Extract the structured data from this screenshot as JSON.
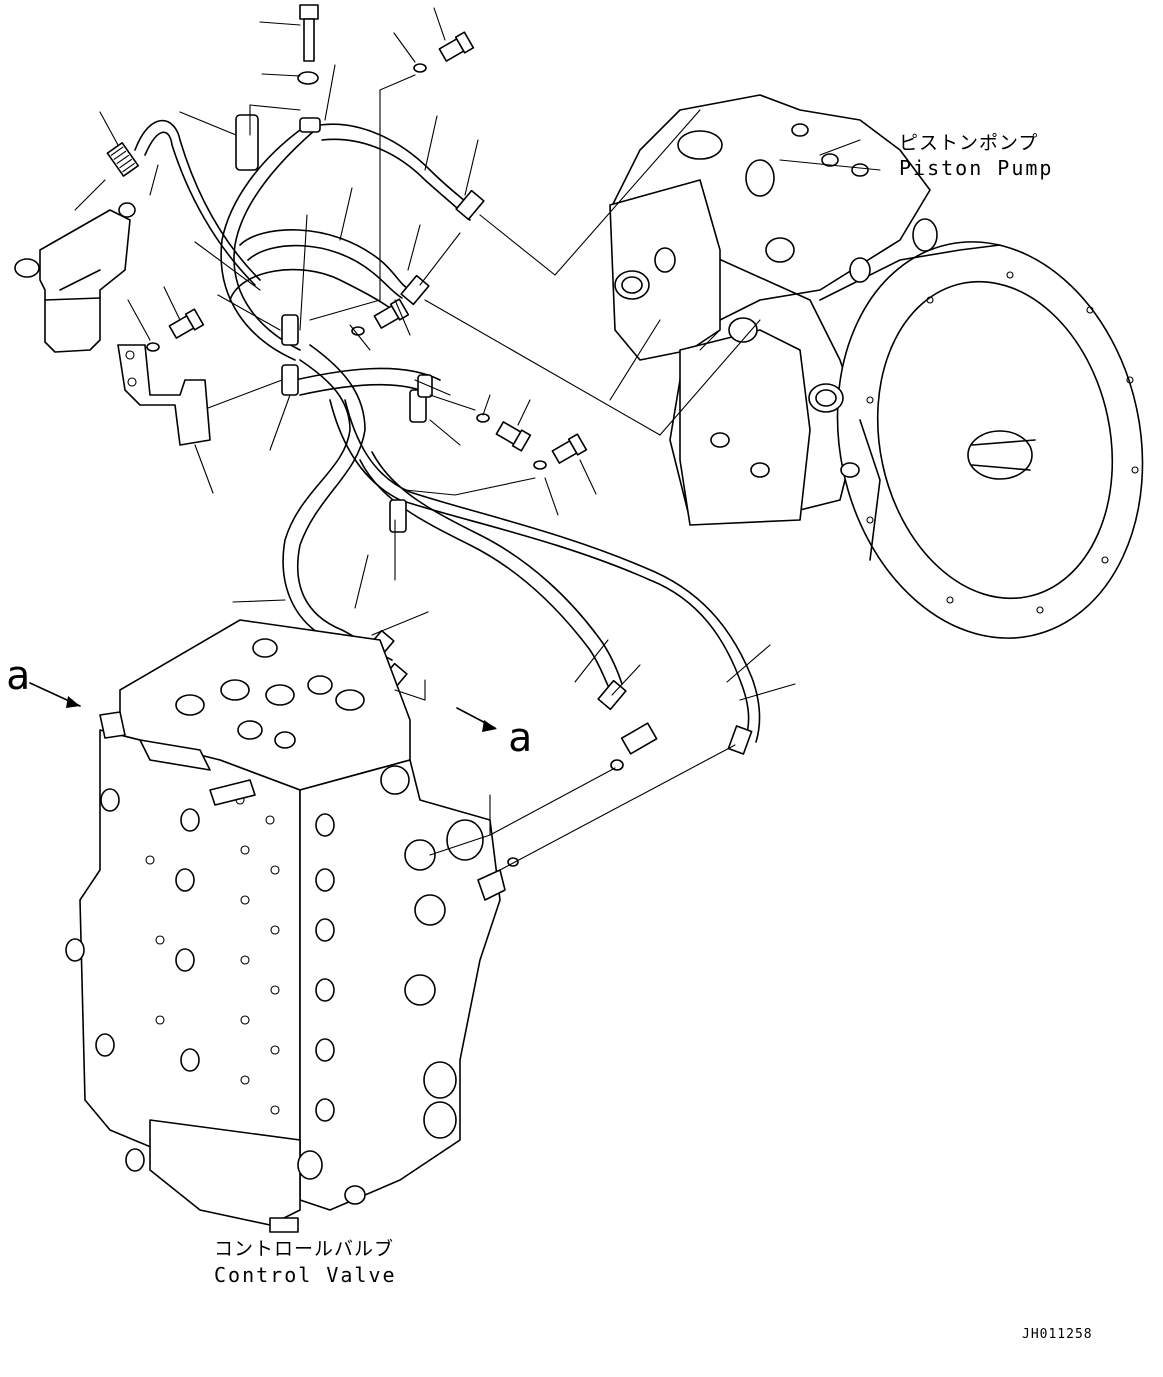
{
  "labels": {
    "piston_pump_jp": "ピストンポンプ",
    "piston_pump_en": "Piston Pump",
    "control_valve_jp": "コントロールバルブ",
    "control_valve_en": "Control Valve",
    "view_ref_left": "a",
    "view_ref_right": "a",
    "drawing_code": "JH011258"
  }
}
